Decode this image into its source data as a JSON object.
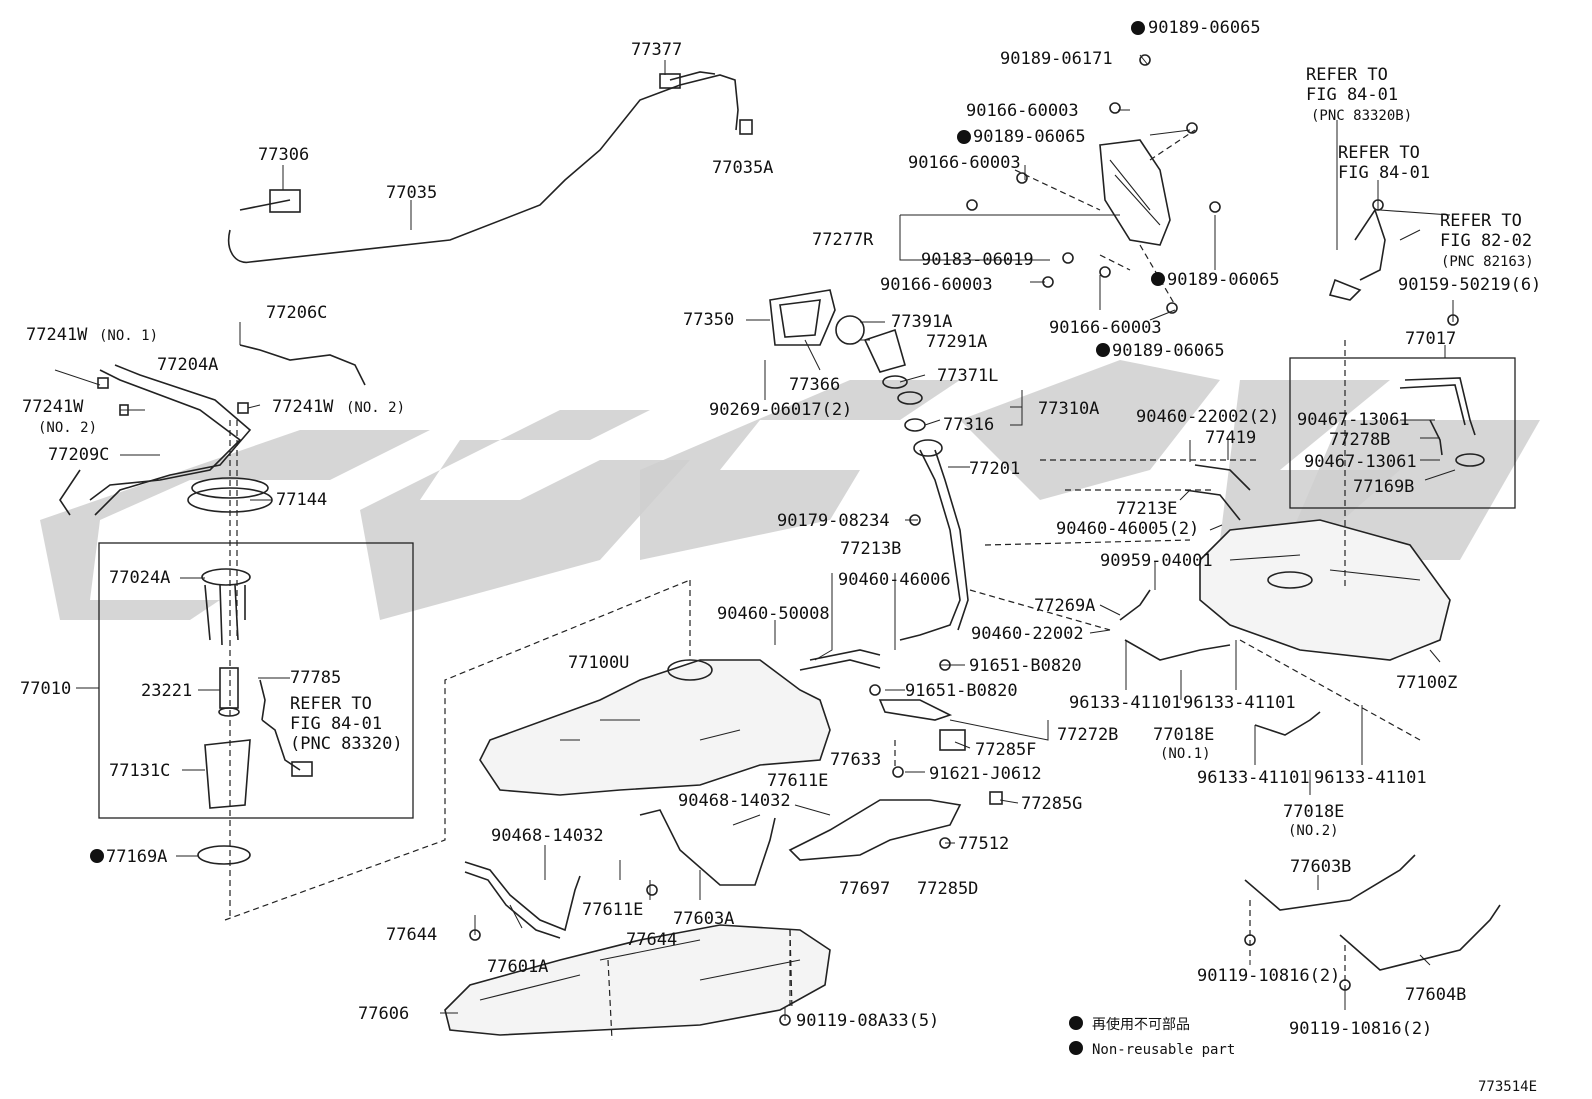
{
  "parts": {
    "p77377": "77377",
    "p77306": "77306",
    "p77035": "77035",
    "p77035A": "77035A",
    "p77206C": "77206C",
    "p77241W_1": "77241W",
    "p77241W_1_note": "(NO. 1)",
    "p77204A": "77204A",
    "p77241W_2a": "77241W",
    "p77241W_2a_note": "(NO. 2)",
    "p77241W_2b": "77241W",
    "p77241W_2b_note": "(NO. 2)",
    "p77209C": "77209C",
    "p77144": "77144",
    "p77010": "77010",
    "p77024A": "77024A",
    "p23221": "23221",
    "p77785": "77785",
    "p77131C": "77131C",
    "p77169A": "77169A",
    "p77350": "77350",
    "p77391A": "77391A",
    "p77291A": "77291A",
    "p77366": "77366",
    "p77371L": "77371L",
    "p90269": "90269-06017(2)",
    "p77310A": "77310A",
    "p77316": "77316",
    "p77201": "77201",
    "p90179": "90179-08234",
    "p77213B": "77213B",
    "p90460_46006": "90460-46006",
    "p90460_50008": "90460-50008",
    "p77100U": "77100U",
    "p91651_a": "91651-B0820",
    "p91651_b": "91651-B0820",
    "p77633": "77633",
    "p77272B": "77272B",
    "p77285F": "77285F",
    "p91621": "91621-J0612",
    "p77611E_a": "77611E",
    "p90468_a": "90468-14032",
    "p90468_b": "90468-14032",
    "p77285G": "77285G",
    "p77512": "77512",
    "p77697": "77697",
    "p77285D": "77285D",
    "p77611E_b": "77611E",
    "p77603A": "77603A",
    "p77644_a": "77644",
    "p77644_b": "77644",
    "p77601A": "77601A",
    "p77606": "77606",
    "p90119_08A33": "90119-08A33(5)",
    "p90189_06065_a": "90189-06065",
    "p90189_06171": "90189-06171",
    "p90166_a": "90166-60003",
    "p90189_06065_b": "90189-06065",
    "p90166_b": "90166-60003",
    "p77277R": "77277R",
    "p90183": "90183-06019",
    "p90166_c": "90166-60003",
    "p90189_06065_c": "90189-06065",
    "p90166_d": "90166-60003",
    "p90189_06065_d": "90189-06065",
    "p90460_22002_2": "90460-22002(2)",
    "p77419": "77419",
    "p77213E": "77213E",
    "p90460_46005": "90460-46005(2)",
    "p90959": "90959-04001",
    "p77269A": "77269A",
    "p90460_22002": "90460-22002",
    "p96133_a": "96133-41101",
    "p96133_b": "96133-41101",
    "p77018E_1": "77018E",
    "p77018E_1_note": "(NO.1)",
    "p96133_c": "96133-41101",
    "p96133_d": "96133-41101",
    "p77018E_2": "77018E",
    "p77018E_2_note": "(NO.2)",
    "p77100Z": "77100Z",
    "p77017": "77017",
    "p90467_a": "90467-13061",
    "p77278B": "77278B",
    "p90467_b": "90467-13061",
    "p77169B": "77169B",
    "p90159": "90159-50219(6)",
    "p77603B": "77603B",
    "p90119_10816_a": "90119-10816(2)",
    "p77604B": "77604B",
    "p90119_10816_b": "90119-10816(2)"
  },
  "refs": {
    "ref1_l1": "REFER TO",
    "ref1_l2": "FIG 84-01",
    "ref1_l3": "(PNC 83320B)",
    "ref2_l1": "REFER TO",
    "ref2_l2": "FIG 84-01",
    "ref3_l1": "REFER TO",
    "ref3_l2": "FIG 82-02",
    "ref3_l3": "(PNC 82163)",
    "ref4_l1": "REFER TO",
    "ref4_l2": "FIG 84-01",
    "ref4_l3": "(PNC 83320)"
  },
  "legend": {
    "line1": "再使用不可部品",
    "line2": "Non-reusable part"
  },
  "figure_id": "773514E",
  "colors": {
    "line": "#222222",
    "watermark": "#cfcfcf",
    "background": "#ffffff"
  }
}
